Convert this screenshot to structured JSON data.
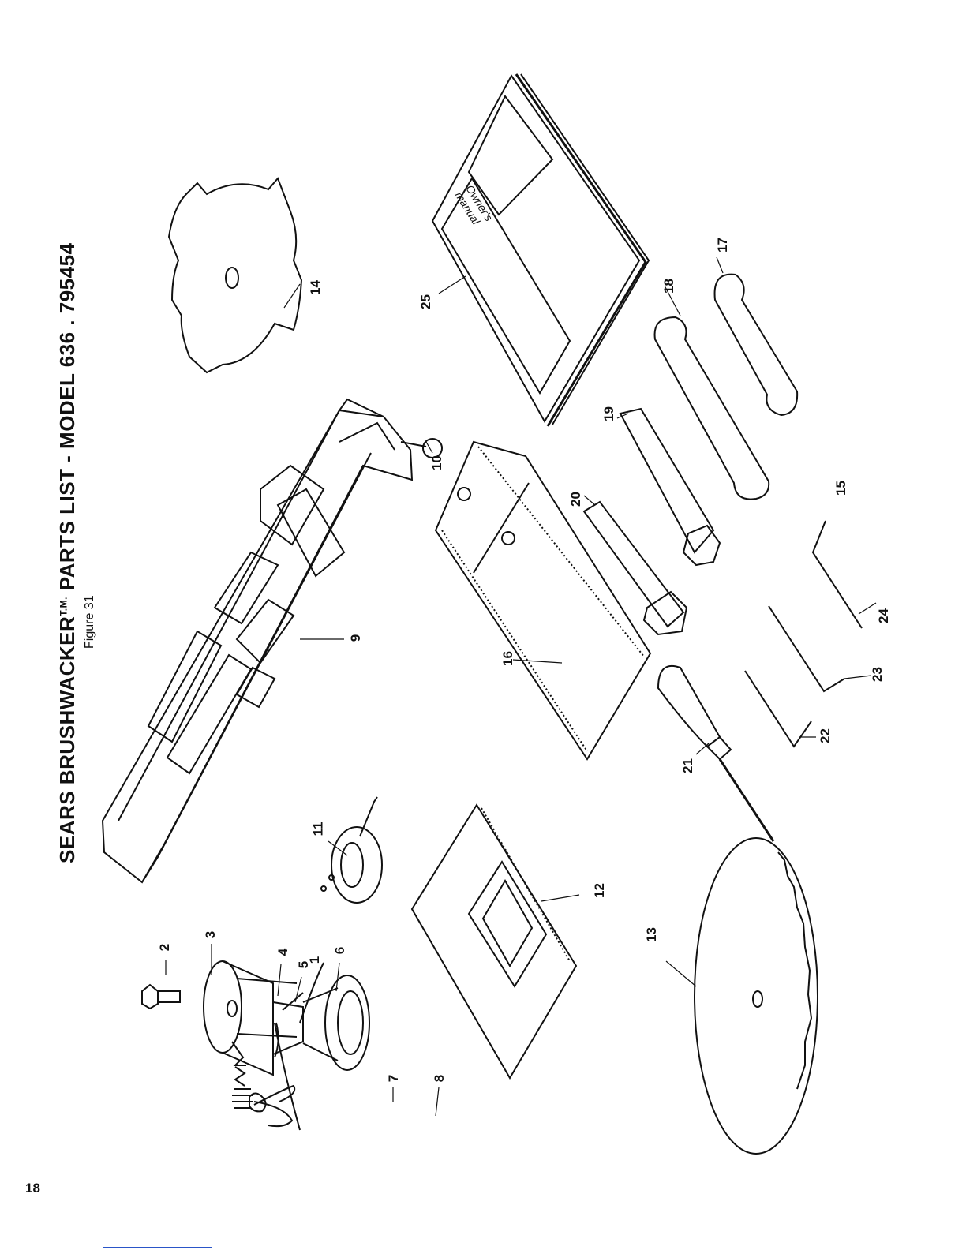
{
  "header": {
    "title": "SEARS BRUSHWACKER",
    "trademark": "T.M.",
    "title_rest": " PARTS LIST - MODEL  636 . 795454",
    "figure": "Figure 31"
  },
  "callouts": {
    "c1": "1",
    "c2": "2",
    "c3": "3",
    "c4": "4",
    "c5": "5",
    "c6": "6",
    "c7": "7",
    "c8": "8",
    "c9": "9",
    "c10": "10",
    "c11": "11",
    "c12": "12",
    "c13": "13",
    "c14": "14",
    "c15": "15",
    "c16": "16",
    "c17": "17",
    "c18": "18",
    "c19": "19",
    "c20": "20",
    "c21": "21",
    "c22": "22",
    "c23": "23",
    "c24": "24",
    "c25": "25"
  },
  "manual_cover_text": "Owner's manual",
  "page_number": "18"
}
